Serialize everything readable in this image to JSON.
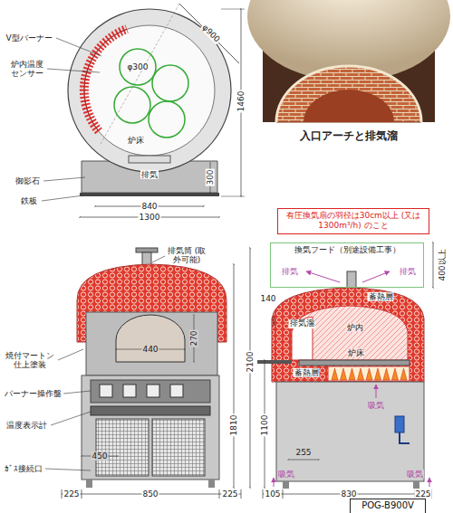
{
  "diagram": {
    "nodes": [
      {
        "text": [
          "有圧換気扇の羽径は30cm以上 (又は1300m³/h) のこと"
        ]
      },
      {
        "text": [
          "換気フード（別途設備工事）"
        ]
      },
      {
        "text": [
          "POG-B900V"
        ]
      }
    ],
    "labels": [
      "V型バーナー",
      "炉内温度 センサー",
      "φ900",
      "φ300",
      "炉床",
      "排気",
      "御影石",
      "鉄板",
      "300",
      "840",
      "1300",
      "1460",
      "入口アーチと排気溜",
      "排気筒 (取外可能)",
      "焼付マートン 仕上塗装",
      "440",
      "270",
      "バーナー操作盤",
      "温度表示計",
      "ｶﾞｽ接続口",
      "450",
      "225",
      "850",
      "225",
      "1810",
      "2100",
      "排気",
      "排気",
      "400以上",
      "140",
      "排気溜",
      "蓄熱層",
      "炉内",
      "炉床",
      "蓄熱層",
      "吸気",
      "1100",
      "255",
      "吸気",
      "吸気",
      "105",
      "830",
      "225"
    ]
  }
}
